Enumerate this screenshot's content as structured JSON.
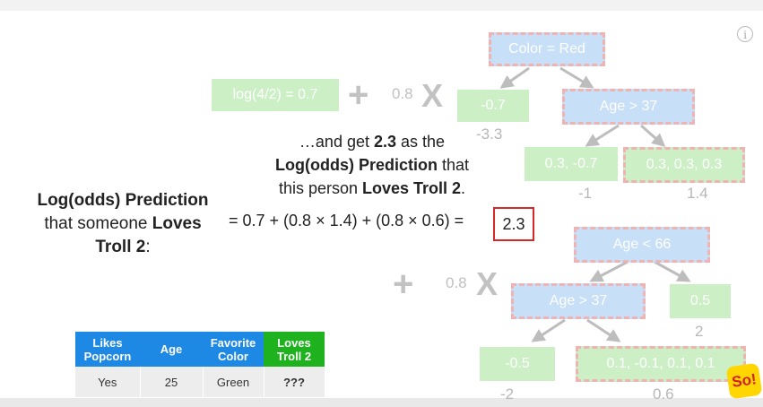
{
  "info_icon": "i",
  "tree1": {
    "root": "Color = Red",
    "age_split": "Age > 37",
    "leaf_left": "-0.7",
    "leaf_left_value": "-3.3",
    "leaf_mid": "0.3, -0.7",
    "leaf_mid_value": "-1",
    "leaf_right": "0.3, 0.3, 0.3",
    "leaf_right_value": "1.4"
  },
  "tree2": {
    "root": "Age < 66",
    "age_split": "Age > 37",
    "leaf_right": "0.5",
    "leaf_right_value": "2",
    "leaf_left": "-0.5",
    "leaf_left_value": "-2",
    "leaf_mid": "0.1, -0.1, 0.1, 0.1",
    "leaf_mid_value": "0.6"
  },
  "initial": "log(4/2) = 0.7",
  "plus": "+",
  "learning_rate": "0.8",
  "times": "X",
  "note": {
    "line1_a": "…and get ",
    "line1_b": "2.3",
    "line1_c": " as the",
    "line2_a": "Log(odds) Prediction",
    "line2_b": " that",
    "line3_a": "this person ",
    "line3_b": "Loves Troll 2",
    "line3_c": "."
  },
  "question": {
    "line1": "Log(odds) Prediction",
    "line2_a": "that someone ",
    "line2_b": "Loves",
    "line3_a": "Troll 2",
    "line3_b": ":"
  },
  "equation": "= 0.7 + (0.8 × 1.4) + (0.8 × 0.6) =",
  "answer": "2.3",
  "table": {
    "headers": [
      "Likes Popcorn",
      "Age",
      "Favorite Color",
      "Loves Troll 2"
    ],
    "row": [
      "Yes",
      "25",
      "Green",
      "???"
    ]
  },
  "logo_text": "So!",
  "colors": {
    "header_blue": "#1e88e5",
    "header_green": "#1eb31e",
    "answer_box": "#d62828",
    "node_blue": "#c7dff7",
    "node_green": "#ccefc6",
    "node_border": "#f0b3b3"
  }
}
